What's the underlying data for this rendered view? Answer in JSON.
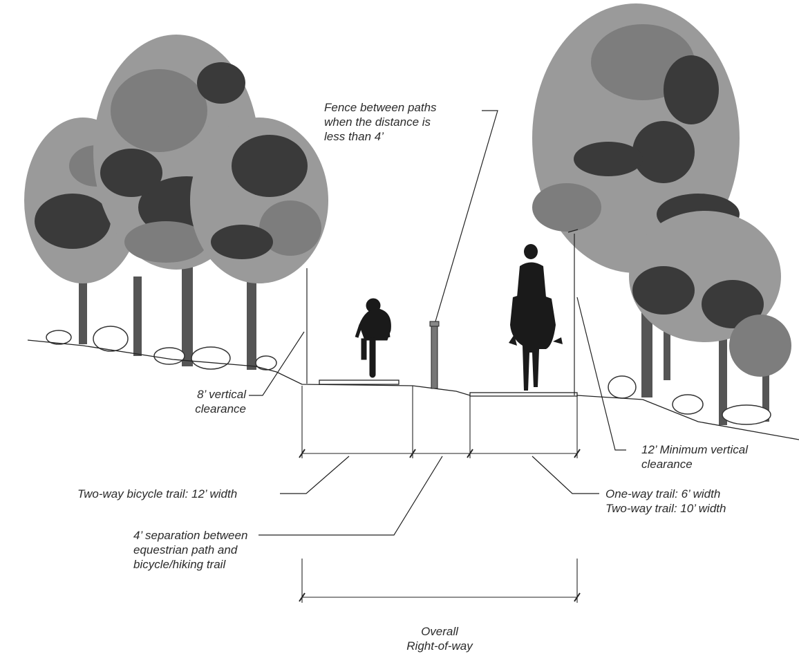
{
  "labels": {
    "fence": [
      "Fence between paths",
      "when the distance is",
      "less than 4’"
    ],
    "vertical_8": [
      "8’ vertical",
      "clearance"
    ],
    "vertical_12": [
      "12’ Minimum vertical",
      "clearance"
    ],
    "bicycle_trail": "Two-way bicycle trail: 12’ width",
    "equestrian_trail": [
      "One-way trail: 6’ width",
      "Two-way trail: 10’ width"
    ],
    "separation": [
      "4’ separation between",
      "equestrian path and",
      "bicycle/hiking trail"
    ],
    "overall": [
      "Overall",
      "Right-of-way"
    ]
  },
  "icons": [
    "deciduous-tree-icon",
    "shrub-icon",
    "cyclist-icon",
    "horse-rider-icon",
    "fence-post-icon"
  ],
  "colors": {
    "foliage_light": "#9a9a9a",
    "foliage_mid": "#7d7d7d",
    "foliage_dark": "#3a3a3a",
    "trunk": "#555555",
    "silhouette": "#1a1a1a",
    "line": "#222222"
  }
}
